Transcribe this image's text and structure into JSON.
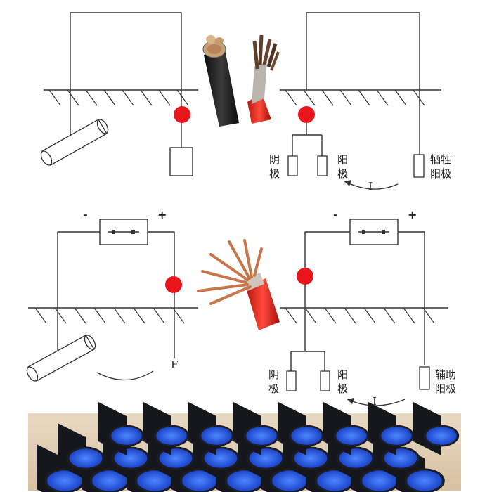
{
  "top_left": {},
  "top_right": {
    "label_cathode": "阴极",
    "label_cathode_2": "阳极",
    "label_sacrificial": "牺牲阳极",
    "current": "I"
  },
  "bottom_left": {
    "minus": "-",
    "plus": "+",
    "anode_mark": "F"
  },
  "bottom_right": {
    "minus": "-",
    "plus": "+",
    "label_cathode": "阴极",
    "label_cathode_2": "阳极",
    "label_auxiliary": "辅助阳极",
    "current": "I"
  },
  "colors": {
    "line": "#333333",
    "connection_dot": "#e8151b",
    "cable_red": "#e0231d",
    "copper": "#c8754a",
    "pipe_outer": "#1b1d22",
    "pipe_inner": "#2460e0"
  },
  "icons": [
    "cable-photo",
    "copper-wire-photo",
    "pipe-stack-photo"
  ]
}
